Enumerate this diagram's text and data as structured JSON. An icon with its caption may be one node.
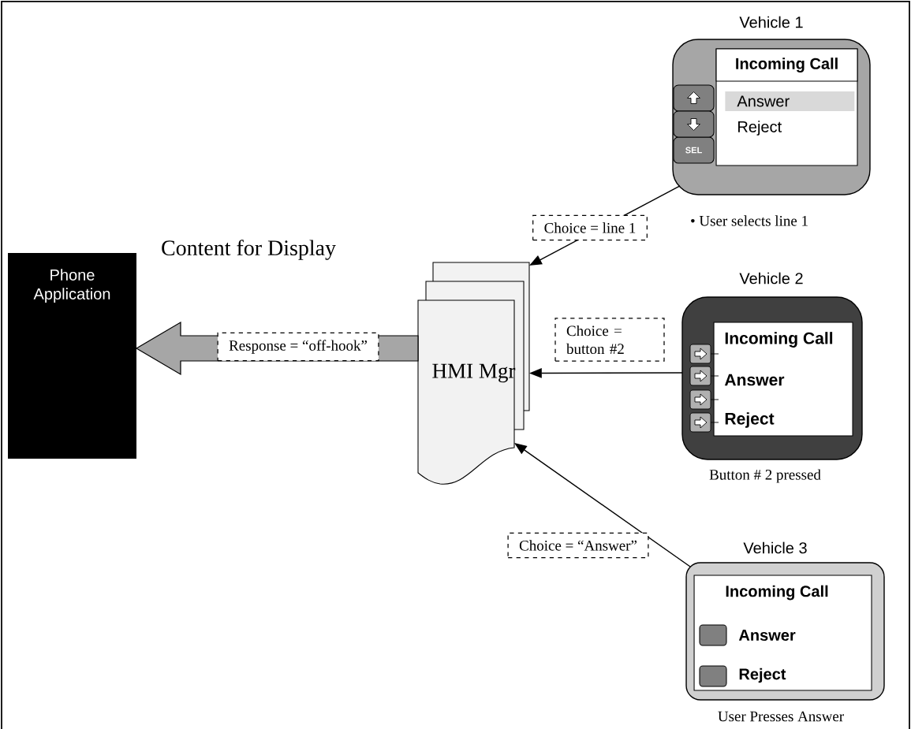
{
  "diagram": {
    "nodes": [
      {
        "text": [
          "Vehicle 1"
        ],
        "beside": [
          "• User selects line 1"
        ]
      },
      {
        "text": [
          "Incoming Call",
          "Answer",
          "Reject"
        ],
        "in": 0
      },
      {
        "text": [
          "SEL"
        ],
        "in": 0
      },
      {
        "text": [
          "Phone Application"
        ]
      },
      {
        "text": [
          "HMI Mgr"
        ]
      },
      {
        "text": [
          "Vehicle 2"
        ],
        "beside": [
          "Button # 2 pressed"
        ]
      },
      {
        "text": [
          "Incoming Call",
          "Answer",
          "Reject"
        ],
        "in": 5
      },
      {
        "text": [
          "Vehicle 3"
        ],
        "beside": [
          "User Presses Answer"
        ]
      },
      {
        "text": [
          "Incoming Call",
          "Answer",
          "Reject"
        ],
        "in": 7
      }
    ],
    "edges": [
      {
        "from": 0,
        "to": 4,
        "arrow": "to",
        "label": "Choice = line 1"
      },
      {
        "from": 5,
        "to": 4,
        "arrow": "to",
        "label": "Choice = button #2"
      },
      {
        "from": 4,
        "to": 3,
        "arrow": "to",
        "label": "Response = “off-hook”",
        "style": "thick",
        "color": "#a6a6a6"
      },
      {
        "from": 7,
        "to": 4,
        "arrow": "to",
        "label": "Choice = “Answer”"
      }
    ],
    "labels": [
      "Content for Display"
    ]
  }
}
